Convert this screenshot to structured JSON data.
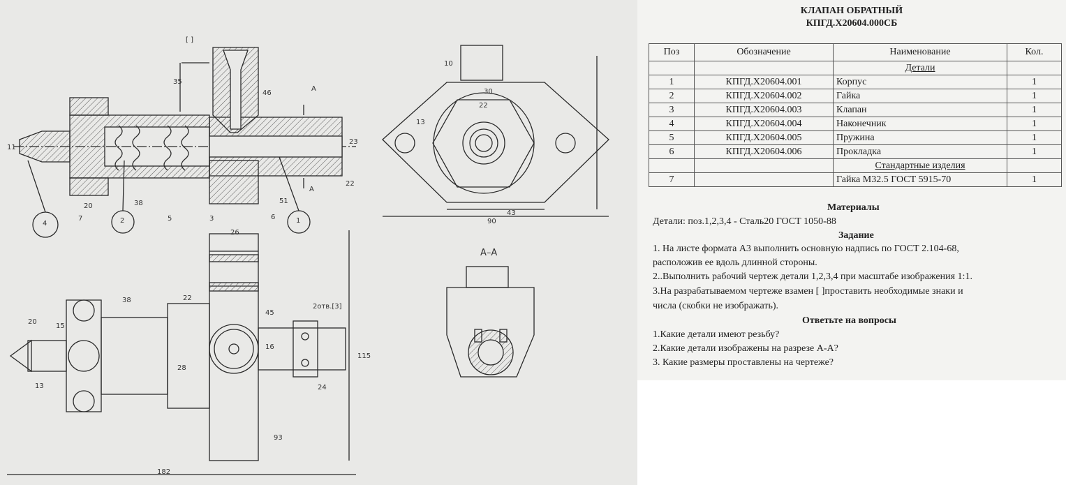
{
  "drawing": {
    "labels": {
      "section_top": "А",
      "section_bottom": "А",
      "section_view": "А–А",
      "bracket_mark": "[ ]",
      "balloons": [
        "1",
        "2",
        "4"
      ],
      "leaders": [
        "3",
        "5",
        "6",
        "7"
      ]
    },
    "dims": [
      "35",
      "46",
      "51",
      "38",
      "20",
      "22",
      "23",
      "11",
      "10",
      "30",
      "22",
      "13",
      "90",
      "43",
      "26",
      "38",
      "22",
      "45",
      "16",
      "24",
      "182",
      "28",
      "93",
      "13",
      "115",
      "15",
      "20",
      "2отв.[3]"
    ]
  },
  "sheet": {
    "title_line1": "КЛАПАН ОБРАТНЫЙ",
    "title_line2": "КПГД.Х20604.000СБ",
    "columns": [
      "Поз",
      "Обозначение",
      "Наименование",
      "Кол."
    ],
    "section_details": "Детали",
    "rows": [
      {
        "pos": "1",
        "code": "КПГД.Х20604.001",
        "name": "Корпус",
        "qty": "1"
      },
      {
        "pos": "2",
        "code": "КПГД.Х20604.002",
        "name": "Гайка",
        "qty": "1"
      },
      {
        "pos": "3",
        "code": "КПГД.Х20604.003",
        "name": "Клапан",
        "qty": "1"
      },
      {
        "pos": "4",
        "code": "КПГД.Х20604.004",
        "name": "Наконечник",
        "qty": "1"
      },
      {
        "pos": "5",
        "code": "КПГД.Х20604.005",
        "name": "Пружина",
        "qty": "1"
      },
      {
        "pos": "6",
        "code": "КПГД.Х20604.006",
        "name": "Прокладка",
        "qty": "1"
      }
    ],
    "section_standard": "Стандартные изделия",
    "std_row": {
      "pos": "7",
      "code": "",
      "name": "Гайка М32.5 ГОСТ 5915-70",
      "qty": "1"
    },
    "materials_heading": "Материалы",
    "materials_text": "Детали: поз.1,2,3,4 - Сталь20 ГОСТ 1050-88",
    "task_heading": "Задание",
    "task_lines": [
      "1. На листе формата А3 выполнить основную надпись по  ГОСТ 2.104-68,",
      "расположив ее вдоль длинной стороны.",
      "2..Выполнить рабочий чертеж  детали 1,2,3,4 при масштабе изображения 1:1.",
      "3.На разрабатываемом чертеже взамен  [ ]проставить необходимые знаки и",
      "числа (скобки не изображать)."
    ],
    "questions_heading": "Ответьте на вопросы",
    "questions": [
      "1.Какие  детали имеют резьбу?",
      "2.Какие детали изображены на разрезе А-А?",
      "3. Какие размеры проставлены на чертеже?"
    ]
  }
}
